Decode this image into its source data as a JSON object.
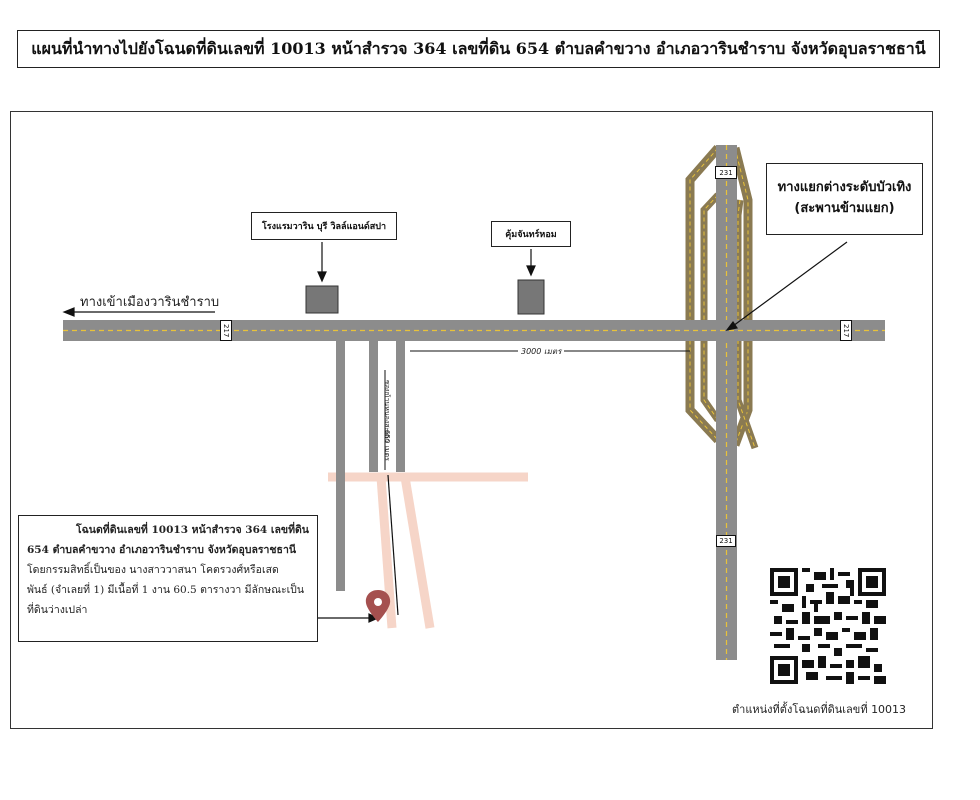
{
  "title": "แผนที่นำทางไปยังโฉนดที่ดินเลขที่ 10013 หน้าสำรวจ 364 เลขที่ดิน 654 ตำบลคำขวาง อำเภอวารินชำราบ จังหวัดอุบลราชธานี",
  "landmarks": {
    "hotel": "โรงแรมวาริน บุรี วิลล์แอนด์สปา",
    "restaurant": "คุ้มจันทร์หอม"
  },
  "direction": {
    "to_city": "ทางเข้าเมืองวารินชำราบ"
  },
  "interchange": {
    "line1": "ทางแยกต่างระดับบัวเทิง",
    "line2": "(สะพานข้ามแยก)"
  },
  "distances": {
    "main": "3000 เมตร",
    "side": "650 เมตร",
    "soi": "ซอยบ้านหนองสะเดา"
  },
  "route_numbers": {
    "top": "231",
    "bottom": "231",
    "left": "217",
    "right": "217"
  },
  "info": {
    "line1": "โฉนดที่ดินเลขที่ 10013 หน้าสำรวจ 364 เลขที่ดิน",
    "line2": "654 ตำบลคำขวาง อำเภอวารินชำราบ จังหวัดอุบลราชธานี",
    "line3": "โดยกรรมสิทธิ์เป็นของ นางสาววาสนา โคตรวงศ์หรือเสด",
    "line4": "พันธ์ (จำเลยที่ 1) มีเนื้อที่ 1 งาน 60.5 ตารางวา มีลักษณะเป็น",
    "line5": "ที่ดินว่างเปล่า"
  },
  "caption": "ตำแหน่งที่ตั้งโฉนดที่ดินเลขที่ 10013",
  "colors": {
    "road": "#8c8c8c",
    "center_line": "#e8c23a",
    "sand_road": "#f6d5c8",
    "pin": "#a5504f",
    "building": "#777777"
  }
}
